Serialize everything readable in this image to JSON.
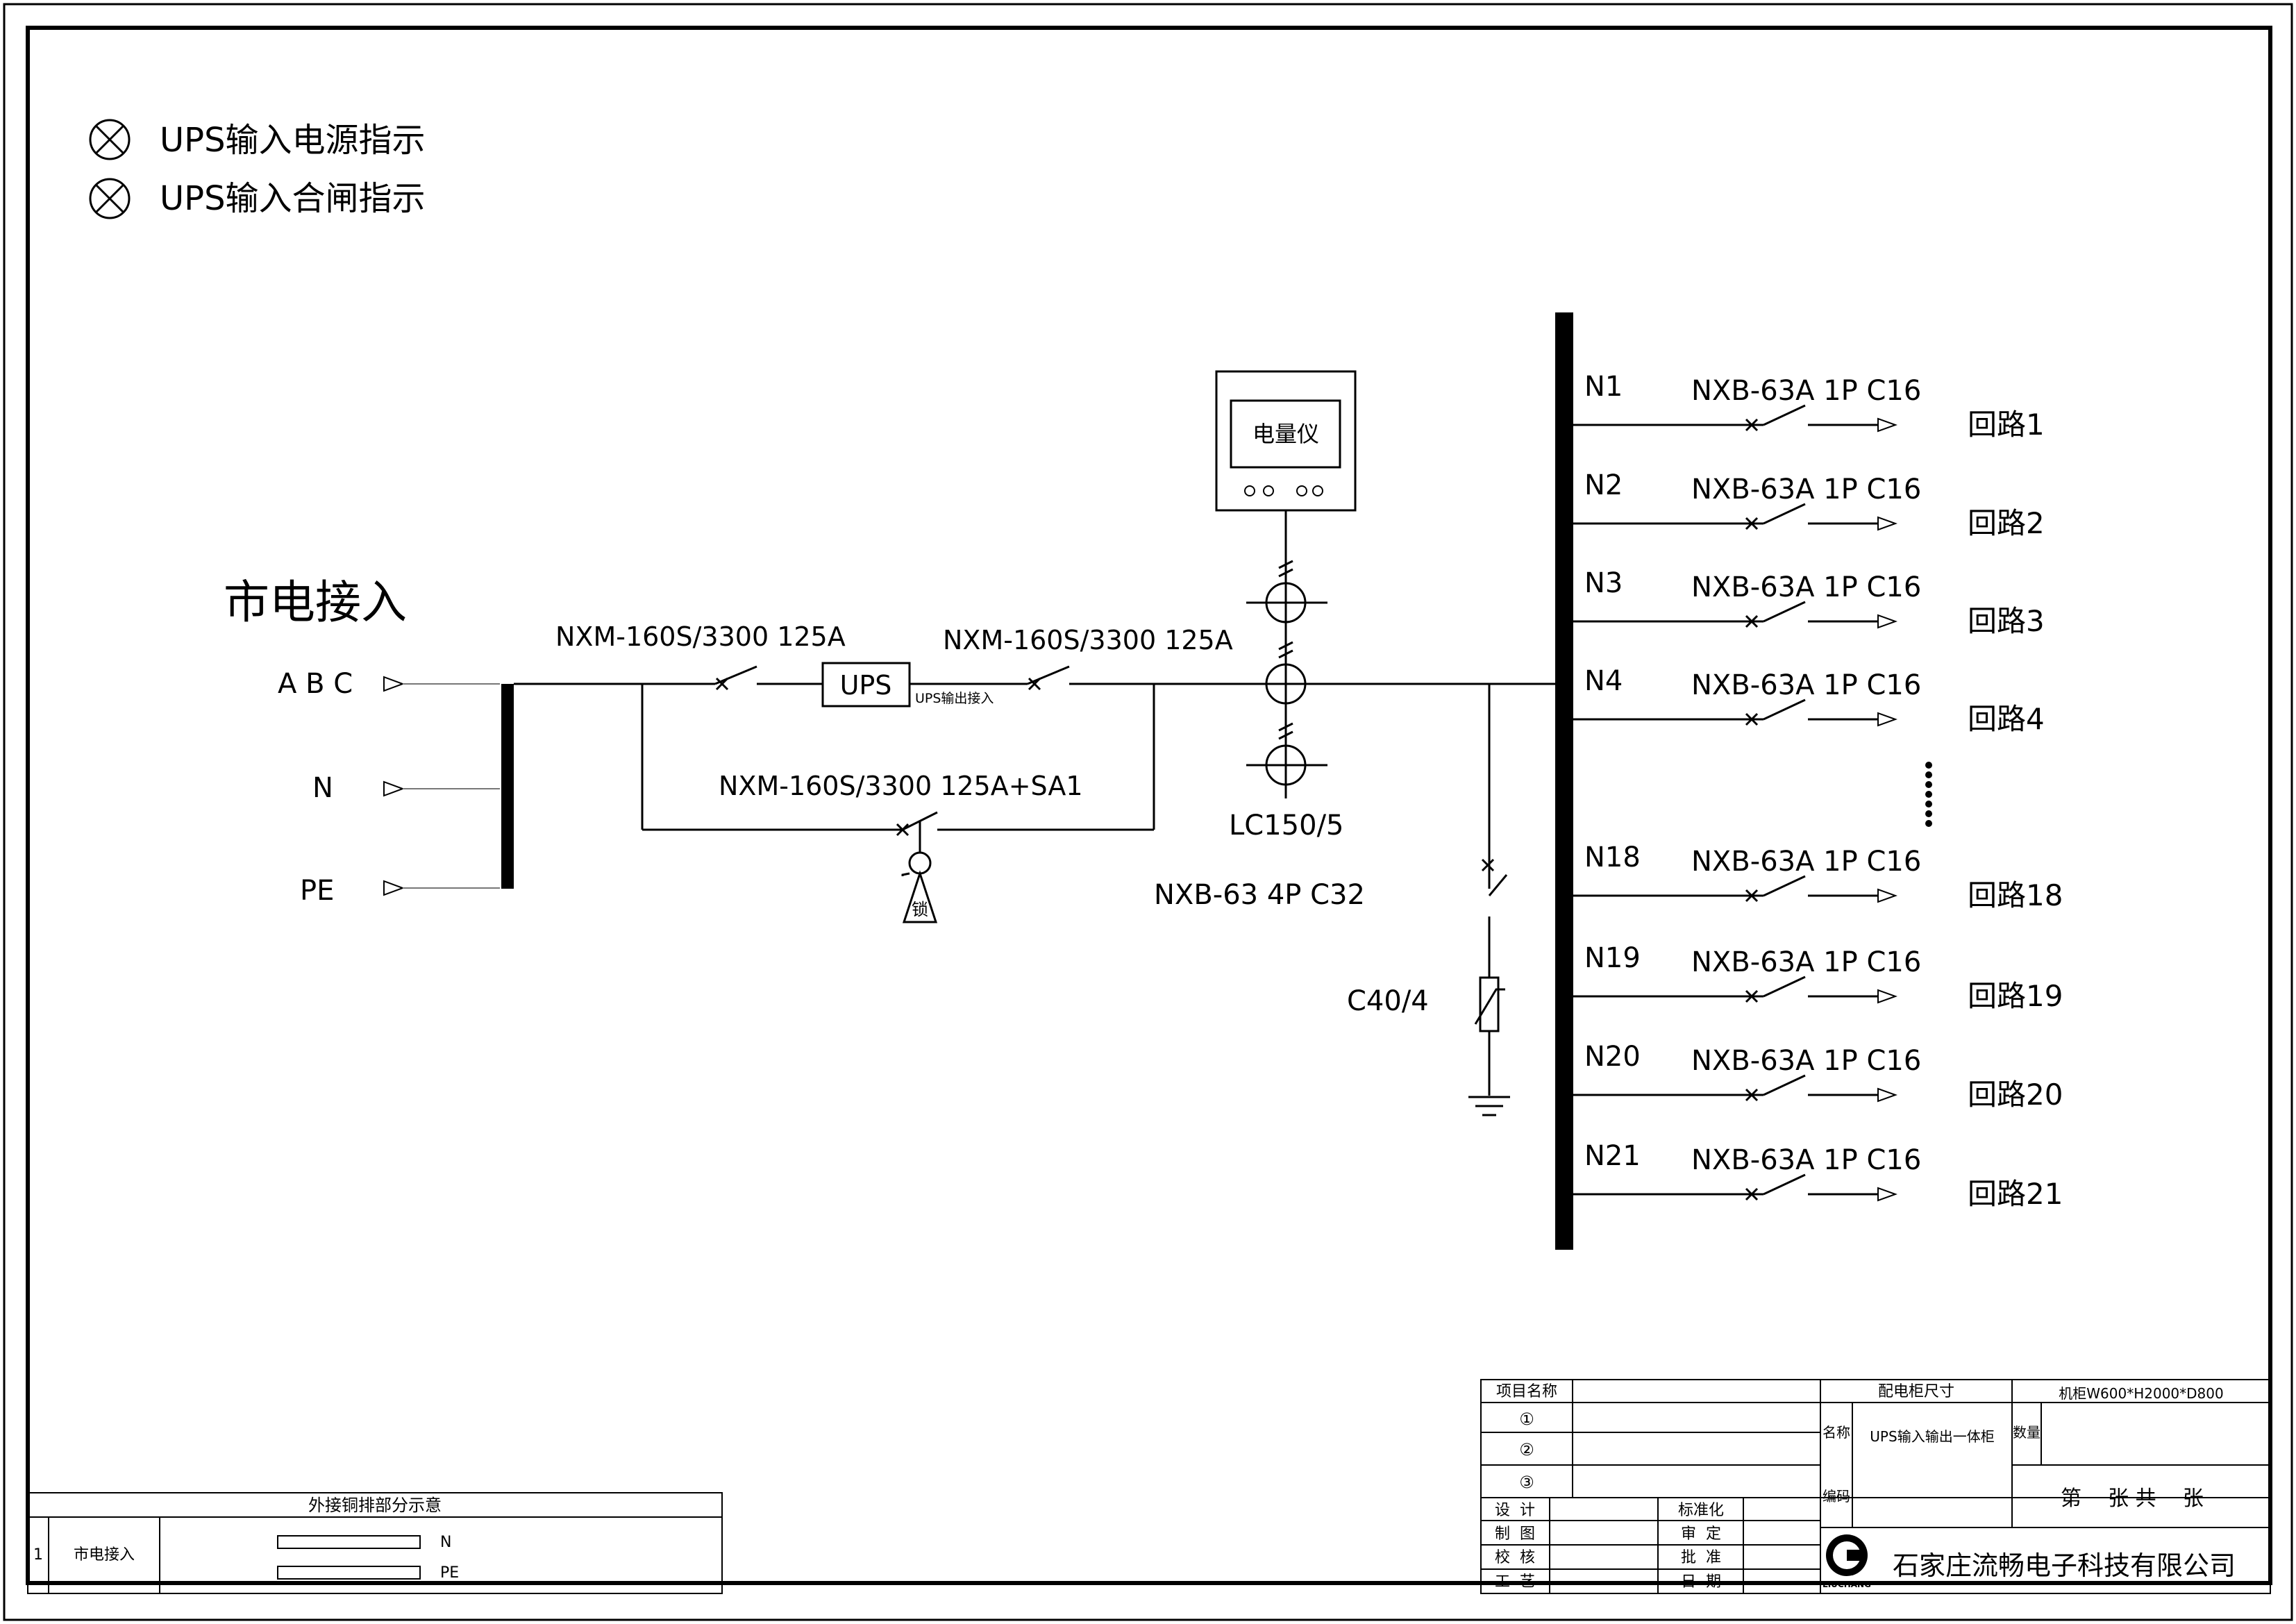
{
  "legend": {
    "items": [
      {
        "icon": "indicator-lamp-icon",
        "text": "UPS输入电源指示"
      },
      {
        "icon": "indicator-lamp-icon",
        "text": "UPS输入合闸指示"
      }
    ]
  },
  "incoming": {
    "title": "市电接入",
    "phases": [
      "A B C",
      "N",
      "PE"
    ]
  },
  "breakers": {
    "input": "NXM-160S/3300 125A",
    "output": "NXM-160S/3300 125A",
    "bypass": "NXM-160S/3300 125A+SA1"
  },
  "ups": {
    "label": "UPS",
    "output_note": "UPS输出接入",
    "lock": "锁"
  },
  "meter": {
    "label": "电量仪",
    "ct": "LC150/5"
  },
  "surge": {
    "breaker": "NXB-63 4P C32",
    "spd": "C40/4"
  },
  "circuits": [
    {
      "n": "N1",
      "breaker": "NXB-63A 1P C16",
      "name": "回路1"
    },
    {
      "n": "N2",
      "breaker": "NXB-63A 1P C16",
      "name": "回路2"
    },
    {
      "n": "N3",
      "breaker": "NXB-63A 1P C16",
      "name": "回路3"
    },
    {
      "n": "N4",
      "breaker": "NXB-63A 1P C16",
      "name": "回路4"
    },
    {
      "n": "N18",
      "breaker": "NXB-63A 1P C16",
      "name": "回路18"
    },
    {
      "n": "N19",
      "breaker": "NXB-63A 1P C16",
      "name": "回路19"
    },
    {
      "n": "N20",
      "breaker": "NXB-63A 1P C16",
      "name": "回路20"
    },
    {
      "n": "N21",
      "breaker": "NXB-63A 1P C16",
      "name": "回路21"
    }
  ],
  "busbar_table": {
    "title": "外接铜排部分示意",
    "row_no": "1",
    "row_label": "市电接入",
    "bars": [
      "N",
      "PE"
    ]
  },
  "title_block": {
    "project_name_label": "项目名称",
    "cabinet_size_label": "配电柜尺寸",
    "cabinet_size_value": "机柜W600*H2000*D800",
    "circled": [
      "①",
      "②",
      "③"
    ],
    "name_label": "名称",
    "name_value": "UPS输入输出一体柜",
    "qty_label": "数量",
    "code_label": "编码",
    "sheet_text": "第    张 共    张",
    "roles_left": [
      "设  计",
      "制  图",
      "校  核",
      "工  艺"
    ],
    "roles_right": [
      "标准化",
      "审  定",
      "批  准",
      "日  期"
    ],
    "company": "石家庄流畅电子科技有限公司",
    "logo_text": "LIUCHANG"
  }
}
